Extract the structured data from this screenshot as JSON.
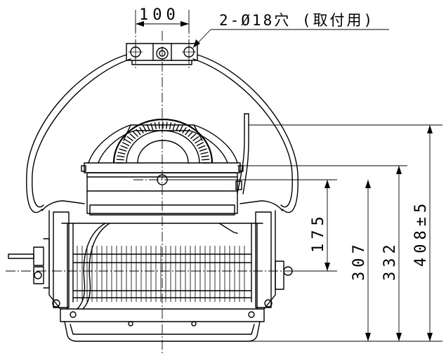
{
  "drawing": {
    "hole_dimension": "100",
    "hole_note": "2-Ø18穴 (取付用)",
    "dimensions": {
      "d175": "175",
      "d307": "307",
      "d332": "332",
      "d408": "408±5"
    }
  },
  "colors": {
    "line": "#000000",
    "background": "#ffffff"
  }
}
